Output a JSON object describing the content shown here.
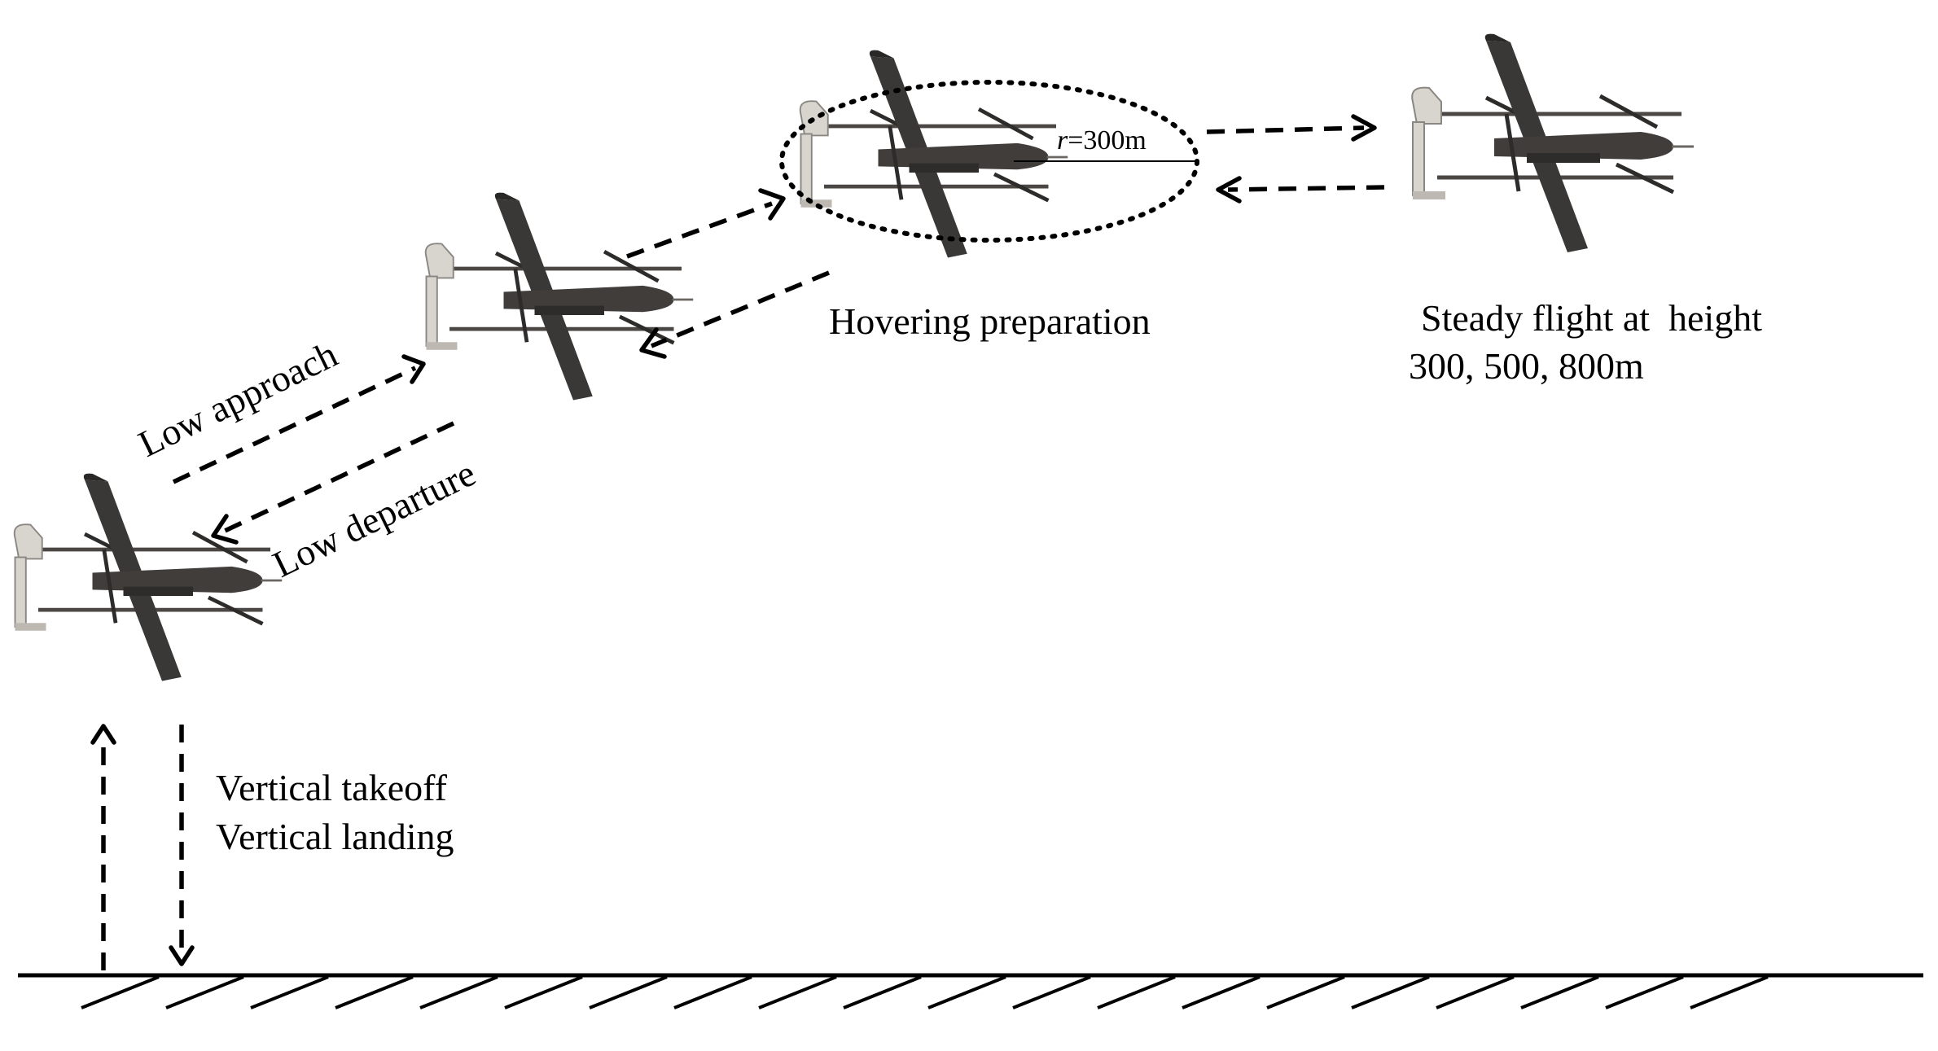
{
  "labels": {
    "low_approach": "Low approach",
    "low_departure": "Low departure",
    "hovering": "Hovering preparation",
    "steady_line1": "Steady flight at  height",
    "steady_line2": "300, 500, 800m",
    "vertical_takeoff": "Vertical takeoff",
    "vertical_landing": "Vertical landing",
    "radius_var": "r",
    "radius_value": "=300m"
  },
  "colors": {
    "ink": "#000000",
    "aircraft_body": "#3a3836",
    "aircraft_light": "#cfcac4"
  }
}
